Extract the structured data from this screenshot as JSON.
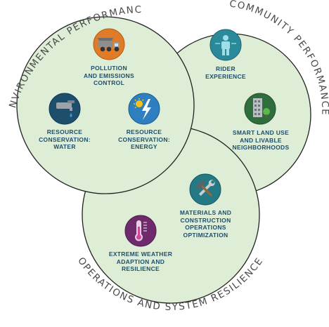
{
  "titles": {
    "environmental": "ENVIRONMENTAL PERFORMANCE",
    "community": "COMMUNITY PERFORMANCE",
    "operations": "OPERATIONS AND SYSTEM RESILIENCE"
  },
  "items": {
    "pollution": {
      "label": "POLLUTION\nAND EMISSIONS\nCONTROL",
      "icon": "dump-truck-icon",
      "color": "#e07b27"
    },
    "water": {
      "label": "RESOURCE\nCONSERVATION:\nWATER",
      "icon": "faucet-icon",
      "color": "#1d4f6d"
    },
    "energy": {
      "label": "RESOURCE\nCONSERVATION:\nENERGY",
      "icon": "sun-lightning-icon",
      "color": "#2e7fbf"
    },
    "rider": {
      "label": "RIDER\nEXPERIENCE",
      "icon": "rider-icon",
      "color": "#2a8a9a"
    },
    "land_use": {
      "label": "SMART LAND USE\nAND LIVABLE\nNEIGHBORHOODS",
      "icon": "building-tree-icon",
      "color": "#2f6e3c"
    },
    "materials": {
      "label": "MATERIALS AND\nCONSTRUCTION\nOPERATIONS\nOPTIMIZATION",
      "icon": "wrench-hammer-icon",
      "color": "#237a84"
    },
    "weather": {
      "label": "EXTREME WEATHER\nADAPTION AND\nRESILIENCE",
      "icon": "thermometer-icon",
      "color": "#6e2a6a"
    }
  },
  "colors": {
    "circle_fill": "#deedd6",
    "circle_stroke": "#222222",
    "label_text": "#1d4f6d",
    "arc_text": "#4a4a4a"
  }
}
